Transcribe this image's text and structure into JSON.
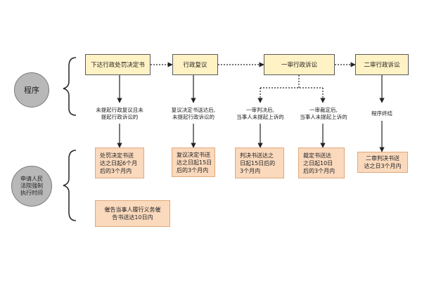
{
  "left_labels": {
    "procedure": "程序",
    "enforcement_period": "申请人民\n法院强制\n执行时间"
  },
  "process_steps": [
    "下达行政处罚决定书",
    "行政复议",
    "一审行政诉讼",
    "二审行政诉讼"
  ],
  "conditions": [
    "未提起行政复议且未\n提起行政诉讼的",
    "复议决定书送达后,\n未提起行政诉讼的",
    "一审判决后,\n当事人未提起上诉的",
    "一审裁定后,\n当事人未提起上诉的",
    "程序终结"
  ],
  "time_limits": [
    "处罚决定书送\n达之日起6个月\n后的3个月内",
    "复议决定书送\n达之日起15日\n后的3个月内",
    "判决书送达之\n日起15日后的\n3个月内",
    "裁定书送达\n之日起10日\n后的3个月内",
    "二审判决书送\n达之日3个月内",
    "催告当事人履行义务催\n告书送达10日内"
  ],
  "colors": {
    "step_fill": "#fff2c4",
    "time_fill": "#fad9bd",
    "time_border": "#e1a97a",
    "circle_fill": "#b8b8b8",
    "line": "#222222"
  }
}
